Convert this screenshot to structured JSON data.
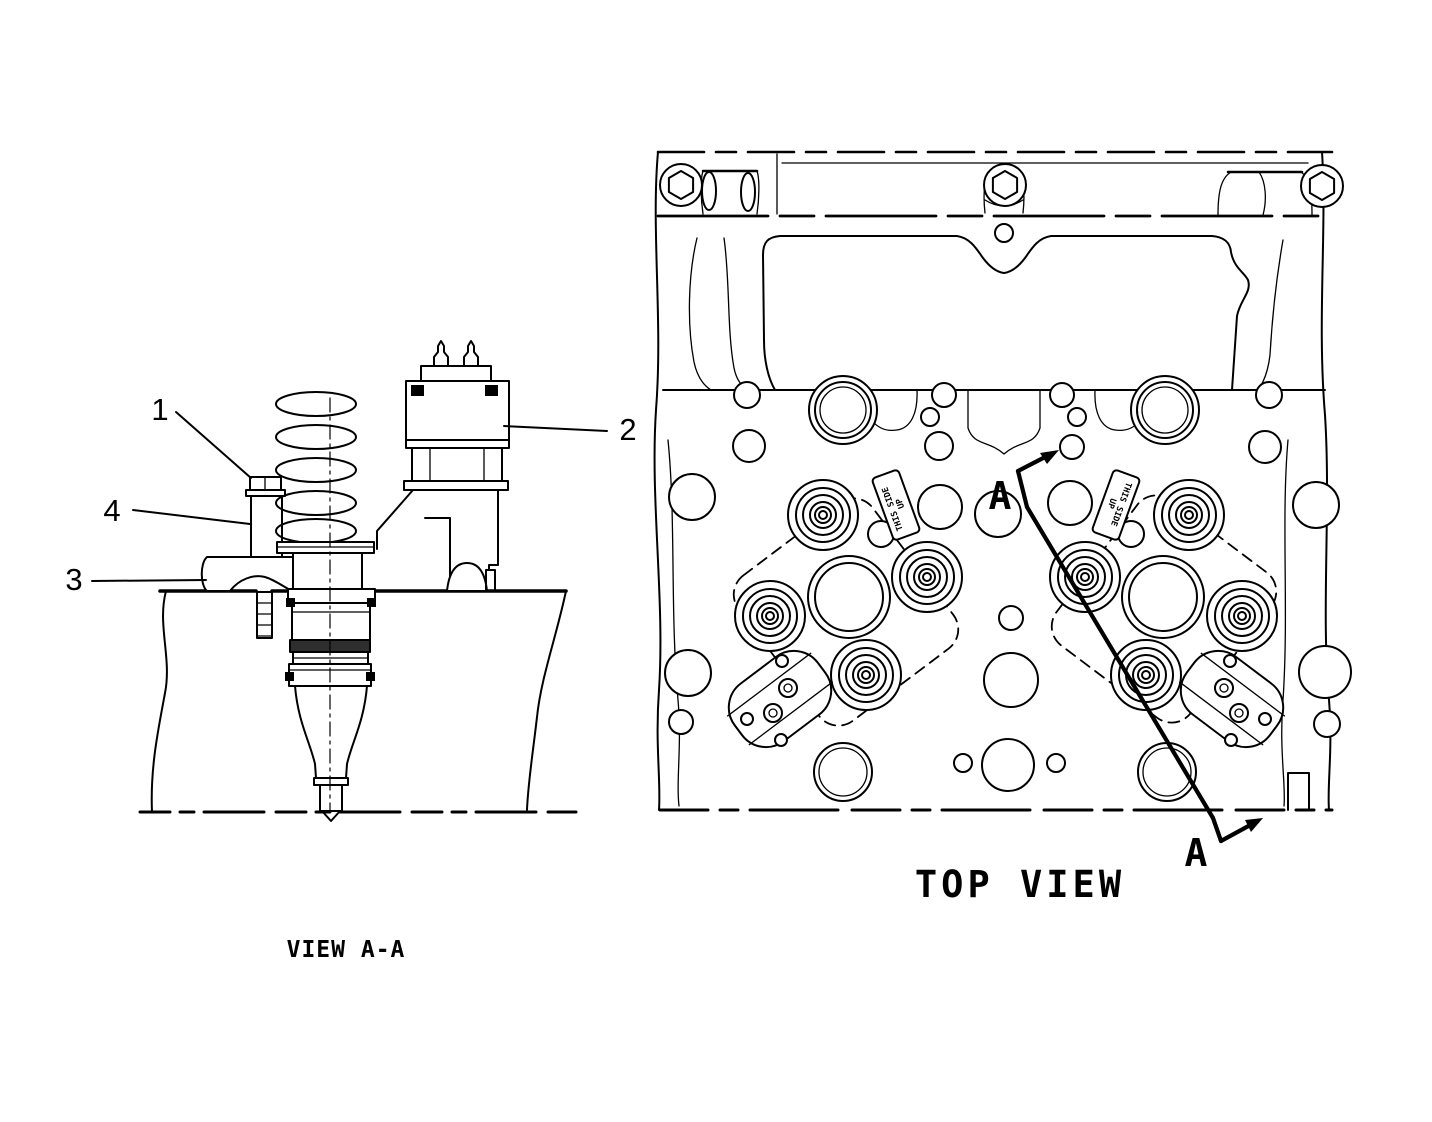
{
  "colors": {
    "ink": "#000000",
    "paper": "#ffffff"
  },
  "section_view": {
    "caption": "VIEW A-A",
    "callouts": [
      "1",
      "2",
      "3",
      "4"
    ]
  },
  "top_view": {
    "caption": "TOP VIEW",
    "section_label_top": "A",
    "section_label_bottom": "A",
    "tag": {
      "line1": "THIS SIDE",
      "line2": "UP"
    }
  }
}
